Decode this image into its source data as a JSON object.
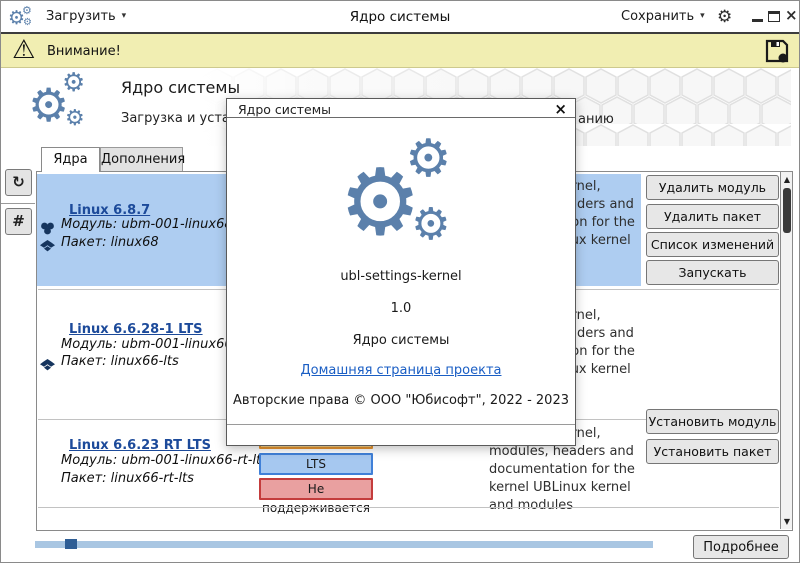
{
  "titlebar": {
    "load_menu": "Загрузить",
    "title": "Ядро системы",
    "save_menu": "Сохранить"
  },
  "warning_bar": {
    "text": "Внимание!"
  },
  "header": {
    "title": "Ядро системы",
    "subtitle_left": "Загрузка и уста",
    "subtitle_right": "анию"
  },
  "tabs": {
    "kernels": "Ядра",
    "addons": "Дополнения"
  },
  "sidebar": {
    "refresh_icon": "↻",
    "hash_label": "#"
  },
  "kernels": [
    {
      "name": "Linux 6.8.7",
      "module": "Модуль: ubm-001-linux68",
      "package": "Пакет: linux68",
      "description": "The Linux kernel,\nmodules, headers and\ndocumentation for the\nkernel UBLinux kernel\nand modules",
      "actions": [
        "Удалить модуль",
        "Удалить пакет",
        "Список изменений",
        "Запускать"
      ]
    },
    {
      "name": "Linux 6.6.28-1 LTS",
      "module": "Модуль: ubm-001-linux66-lts",
      "package": "Пакет: linux66-lts",
      "description": "The Linux kernel,\nmodules, headers and\ndocumentation for the\nkernel UBLinux kernel\nand modules"
    },
    {
      "name": "Linux 6.6.23 RT LTS",
      "module": "Модуль: ubm-001-linux66-rt-lts",
      "package": "Пакет: linux66-rt-lts",
      "description": "The Linux kernel,\nmodules, headers and\ndocumentation for the\nkernel UBLinux kernel\nand modules",
      "badges": [
        "LTS",
        "Не поддерживается"
      ],
      "actions": [
        "Установить модуль",
        "Установить пакет"
      ]
    }
  ],
  "dialog": {
    "title": "Ядро системы",
    "app_name": "ubl-settings-kernel",
    "version": "1.0",
    "description": "Ядро системы",
    "homepage_link": "Домашняя страница проекта",
    "copyright": "Авторские права © ООО \"Юбисофт\", 2022 - 2023"
  },
  "footer": {
    "details_button": "Подробнее"
  },
  "icons": {
    "gear": "⚙",
    "dropdown": "▾",
    "warning": "⚠",
    "close": "×",
    "scroll_up": "▲",
    "scroll_down": "▼"
  },
  "colors": {
    "accent": "#5b80ab",
    "selection_bg": "#aecdf1",
    "link": "#1c4a9a",
    "dialog_link": "#1a5ec4",
    "warning_bg": "#f1eeb2",
    "badge_lts_bg": "#a6c8f0",
    "badge_lts_border": "#4080d8",
    "badge_unsupported_bg": "#e9a0a0",
    "badge_unsupported_border": "#c43c3c",
    "badge_hidden_border": "#e8952f",
    "progress_track": "#a9c6e2",
    "progress_handle": "#2f5e95"
  }
}
